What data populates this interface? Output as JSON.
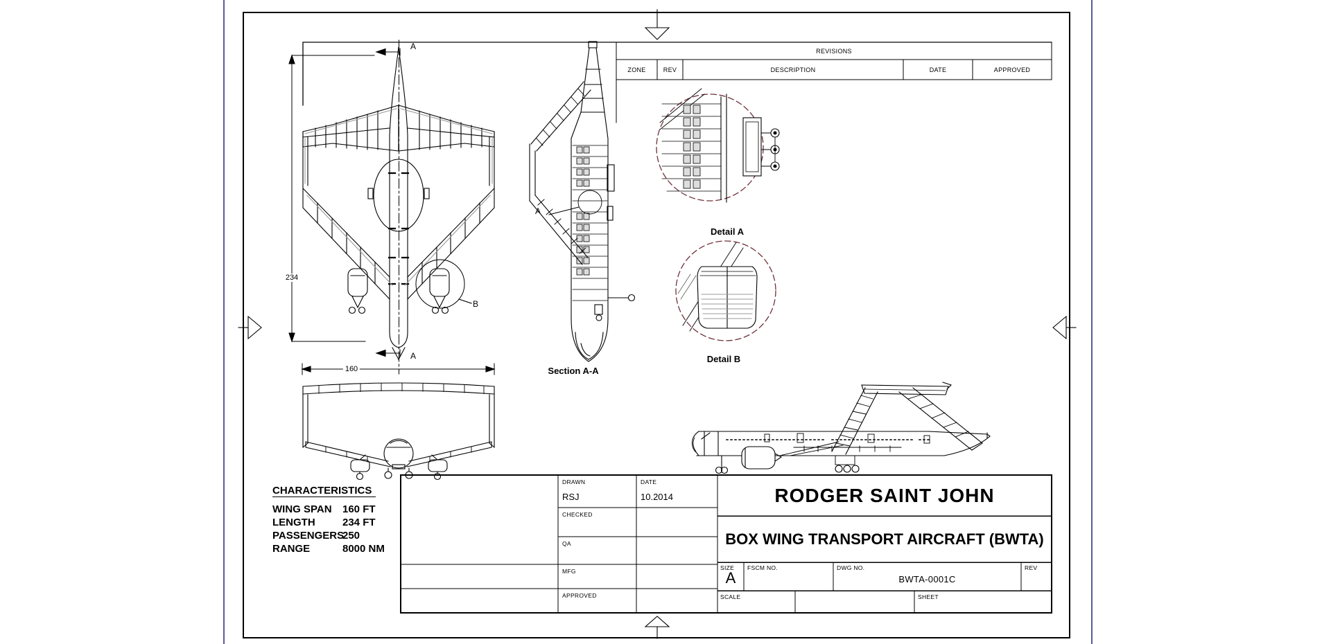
{
  "page": {
    "background": "#ffffff",
    "page_edge_color": "#5a5a99",
    "detail_circle_color": "#6e3038"
  },
  "revisions": {
    "title": "REVISIONS",
    "columns": [
      "ZONE",
      "REV",
      "DESCRIPTION",
      "DATE",
      "APPROVED"
    ]
  },
  "views": {
    "plan": {
      "dim_length": "234",
      "section_letter": "A",
      "detail_letter_b": "B"
    },
    "front": {
      "dim_span": "160"
    },
    "section": {
      "caption": "Section A-A",
      "leader_letter_a": "A"
    },
    "detail_a": {
      "caption": "Detail A"
    },
    "detail_b": {
      "caption": "Detail B"
    }
  },
  "characteristics": {
    "title": "CHARACTERISTICS",
    "rows": [
      {
        "label": "WING SPAN",
        "value": "160 FT"
      },
      {
        "label": "LENGTH",
        "value": "234 FT"
      },
      {
        "label": "PASSENGERS",
        "value": "250"
      },
      {
        "label": "RANGE",
        "value": "8000 NM"
      }
    ]
  },
  "title_block": {
    "drawn_label": "DRAWN",
    "drawn_value": "RSJ",
    "date_label": "DATE",
    "date_value": "10.2014",
    "checked_label": "CHECKED",
    "qa_label": "QA",
    "mfg_label": "MFG",
    "approved_label": "APPROVED",
    "company": "RODGER SAINT JOHN",
    "drawing_title": "BOX WING TRANSPORT AIRCRAFT (BWTA)",
    "size_label": "SIZE",
    "size_value": "A",
    "fscm_label": "FSCM NO.",
    "dwg_label": "DWG NO.",
    "dwg_value": "BWTA-0001C",
    "rev_label": "REV",
    "scale_label": "SCALE",
    "sheet_label": "SHEET"
  }
}
